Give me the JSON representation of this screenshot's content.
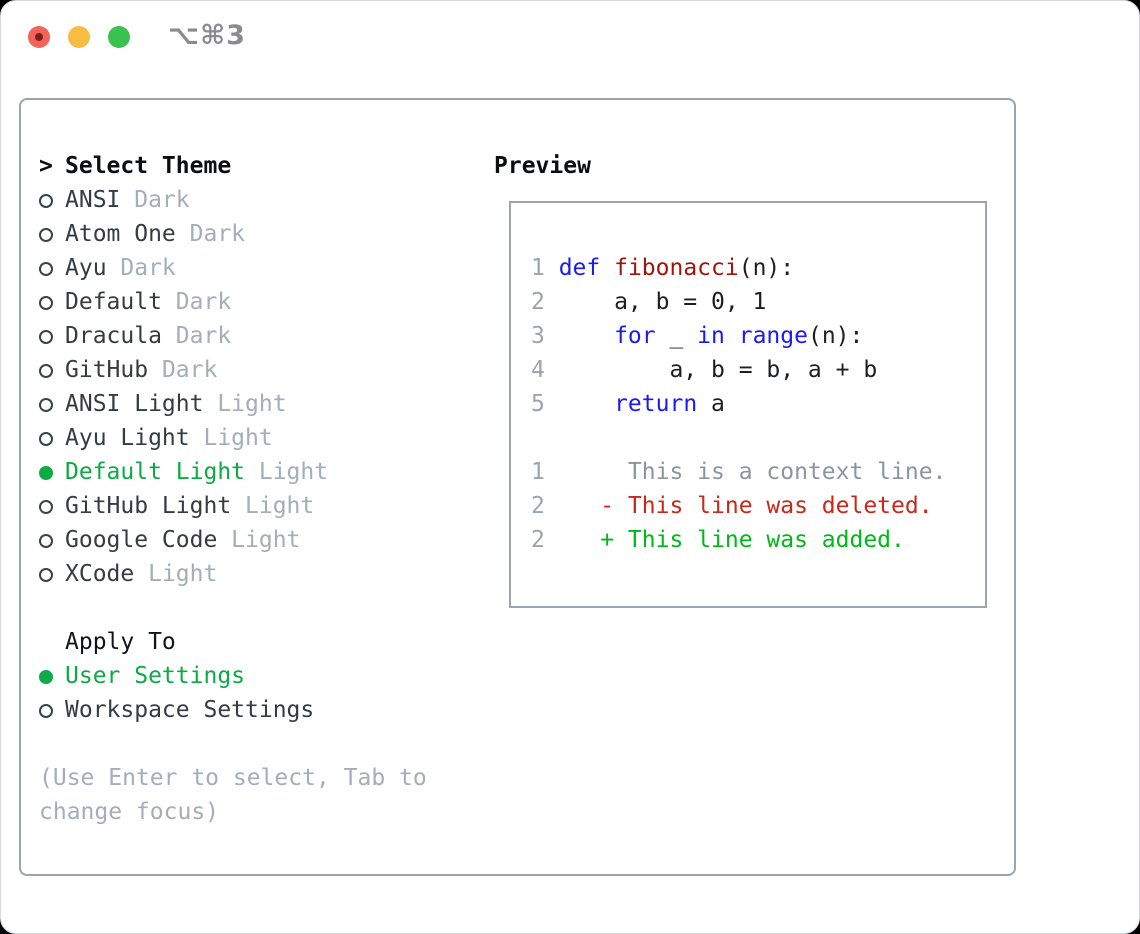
{
  "titlebar": {
    "shortcut": "⌥⌘3"
  },
  "colors": {
    "accent_green": "#0cab45",
    "added_green": "#00b918",
    "deleted_red": "#c8281b",
    "keyword_blue": "#1b1bef",
    "function_red": "#9e150b",
    "muted_gray": "#a4adb9",
    "border_gray": "#9ba4af"
  },
  "theme_picker": {
    "marker": ">",
    "title": "Select Theme",
    "items": [
      {
        "name": "ANSI",
        "tag": "Dark",
        "selected": false
      },
      {
        "name": "Atom One",
        "tag": "Dark",
        "selected": false
      },
      {
        "name": "Ayu",
        "tag": "Dark",
        "selected": false
      },
      {
        "name": "Default",
        "tag": "Dark",
        "selected": false
      },
      {
        "name": "Dracula",
        "tag": "Dark",
        "selected": false
      },
      {
        "name": "GitHub",
        "tag": "Dark",
        "selected": false
      },
      {
        "name": "ANSI Light",
        "tag": "Light",
        "selected": false
      },
      {
        "name": "Ayu Light",
        "tag": "Light",
        "selected": false
      },
      {
        "name": "Default Light",
        "tag": "Light",
        "selected": true
      },
      {
        "name": "GitHub Light",
        "tag": "Light",
        "selected": false
      },
      {
        "name": "Google Code",
        "tag": "Light",
        "selected": false
      },
      {
        "name": "XCode",
        "tag": "Light",
        "selected": false
      }
    ]
  },
  "apply_to": {
    "title": "Apply To",
    "options": [
      {
        "name": "User Settings",
        "selected": true
      },
      {
        "name": "Workspace Settings",
        "selected": false
      }
    ]
  },
  "hint": {
    "text": "(Use Enter to select, Tab to change focus)"
  },
  "preview": {
    "title": "Preview",
    "lines": [
      {
        "no": "1",
        "tokens": [
          {
            "t": "def",
            "c": "kw"
          },
          {
            "t": " ",
            "c": "pl"
          },
          {
            "t": "fibonacci",
            "c": "fn"
          },
          {
            "t": "(n):",
            "c": "pl"
          }
        ]
      },
      {
        "no": "2",
        "tokens": [
          {
            "t": "    a, b = 0, 1",
            "c": "pl"
          }
        ]
      },
      {
        "no": "3",
        "tokens": [
          {
            "t": "    ",
            "c": "pl"
          },
          {
            "t": "for",
            "c": "kw"
          },
          {
            "t": " _ ",
            "c": "pl"
          },
          {
            "t": "in",
            "c": "kw"
          },
          {
            "t": " ",
            "c": "pl"
          },
          {
            "t": "range",
            "c": "kw"
          },
          {
            "t": "(n):",
            "c": "pl"
          }
        ]
      },
      {
        "no": "4",
        "tokens": [
          {
            "t": "        a, b = b, a + b",
            "c": "pl"
          }
        ]
      },
      {
        "no": "5",
        "tokens": [
          {
            "t": "    ",
            "c": "pl"
          },
          {
            "t": "return",
            "c": "kw"
          },
          {
            "t": " a",
            "c": "pl"
          }
        ]
      },
      {
        "no": "",
        "tokens": []
      },
      {
        "no": "1",
        "tokens": [
          {
            "t": "     This is a context line.",
            "c": "ctx"
          }
        ]
      },
      {
        "no": "2",
        "tokens": [
          {
            "t": "   - This line was deleted.",
            "c": "del"
          }
        ]
      },
      {
        "no": "2",
        "tokens": [
          {
            "t": "   + This line was added.",
            "c": "add"
          }
        ]
      }
    ]
  }
}
